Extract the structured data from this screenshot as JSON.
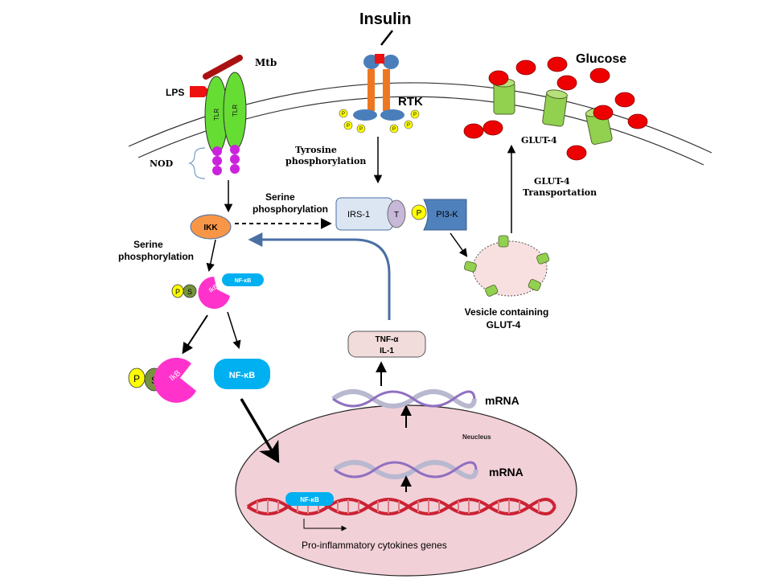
{
  "labels": {
    "insulin": "Insulin",
    "mtb": "Mtb",
    "lps": "LPS",
    "tlr": "TLR",
    "rtk": "RTK",
    "glucose": "Glucose",
    "glut4": "GLUT-4",
    "glut4_transport_1": "GLUT-4",
    "glut4_transport_2": "Transportation",
    "nod": "NOD",
    "tyrosine_1": "Tyrosine",
    "tyrosine_2": "phosphorylation",
    "serine_top_1": "Serine",
    "serine_top_2": "phosphorylation",
    "serine_left_1": "Serine",
    "serine_left_2": "phosphorylation",
    "ikk": "IKK",
    "irs1": "IRS-1",
    "t": "T",
    "p": "P",
    "pi3k": "PI3-K",
    "s": "S",
    "ikb": "IkB",
    "nfkb": "NF-κB",
    "vesicle_1": "Vesicle containing",
    "vesicle_2": "GLUT-4",
    "tnf": "TNF-α",
    "il1": "IL-1",
    "mrna": "mRNA",
    "nucleus": "Neucleus",
    "genes": "Pro-inflammatory  cytokines genes"
  },
  "colors": {
    "tlr_green": "#66dd33",
    "nod_magenta": "#cc22dd",
    "lps_red": "#ee1111",
    "mtb_red": "#aa1111",
    "rtk_blue": "#4a7ebb",
    "rtk_orange": "#ee7722",
    "p_yellow": "#ffff00",
    "ikk_orange": "#f79646",
    "irs1_fill": "#dce6f2",
    "pi3k_fill": "#4f81bd",
    "nfkb_cyan": "#00b0f0",
    "ikb_pink": "#ff33cc",
    "s_olive": "#77933c",
    "nucleus_fill": "#f2d0d8",
    "dna_red": "#cc2233",
    "glucose_red": "#ee0000",
    "glut_green": "#92d050",
    "vesicle_fill": "#f8e0e0",
    "return_arrow": "#4a6fa5"
  }
}
